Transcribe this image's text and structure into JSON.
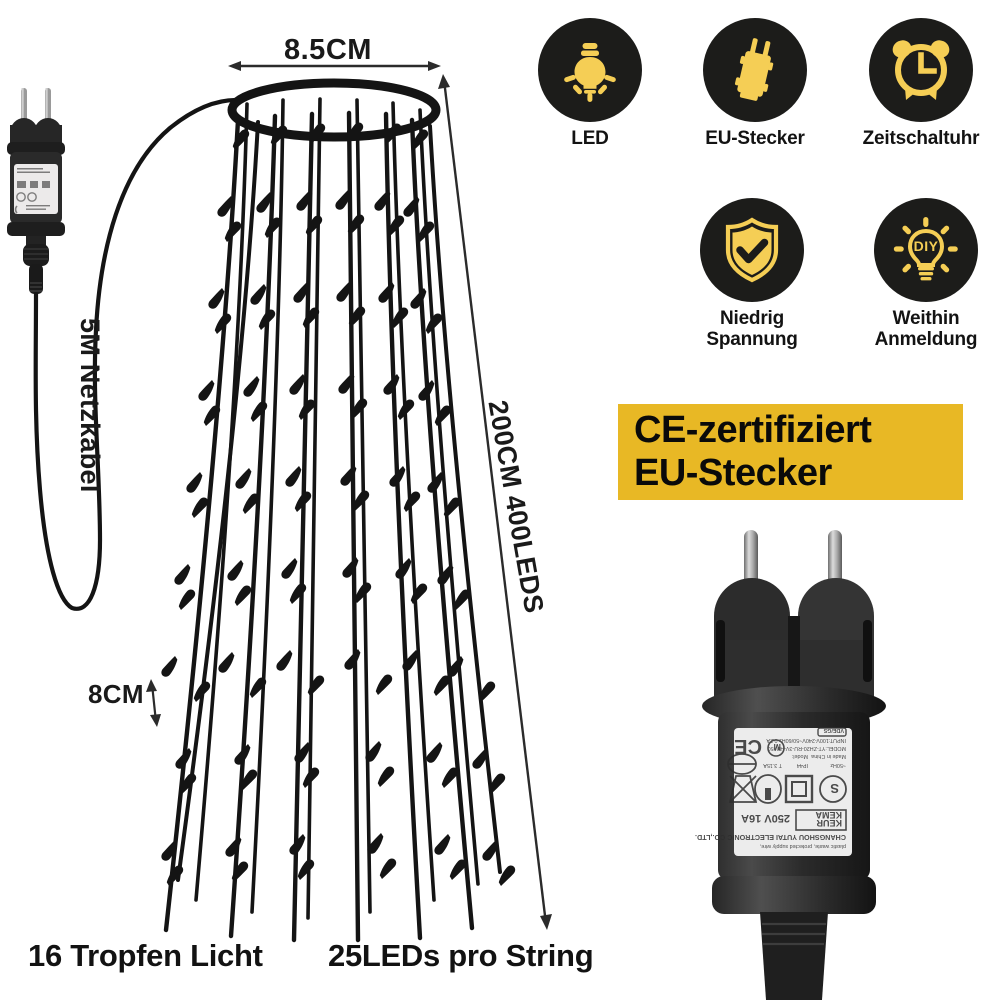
{
  "product": {
    "type": "led-tree-light-infographic",
    "language": "de"
  },
  "diagram": {
    "name": "led-tree-light-diagram",
    "ring_width_label": "8.5CM",
    "cable_label": "5M Netzkabel",
    "length_label": "200CM 400LEDS",
    "spacing_label": "8CM",
    "strand_count_front": 8,
    "strand_count_back": 6,
    "leds_per_strand_drawn": 17
  },
  "features": [
    {
      "id": "led",
      "icon": "lightbulb-icon",
      "label": "LED"
    },
    {
      "id": "eu-stecker",
      "icon": "eu-plug-icon",
      "label": "EU-Stecker"
    },
    {
      "id": "timer",
      "icon": "alarm-clock-icon",
      "label": "Zeitschaltuhr"
    },
    {
      "id": "low-volt",
      "icon": "shield-check-icon",
      "label": "Niedrig\nSpannung"
    },
    {
      "id": "diy",
      "icon": "diy-bulb-icon",
      "label": "Weithin\nAnmeldung"
    }
  ],
  "banner": {
    "name": "ce-certification-banner",
    "line1": "CE-zertifiziert",
    "line2": "EU-Stecker",
    "background_color": "#E8B825",
    "text_color": "#0A0A0A"
  },
  "captions": {
    "left": "16 Tropfen Licht",
    "right": "25LEDs pro String"
  },
  "photos": {
    "small_adapter": "eu-power-adapter-photo",
    "large_plug": "eu-schuko-plug-closeup-photo"
  },
  "colors": {
    "icon_yellow": "#F5CE55",
    "icon_disc": "#1C1C1A",
    "banner_yellow": "#E8B825",
    "line_black": "#141414",
    "background": "#FFFFFF"
  }
}
